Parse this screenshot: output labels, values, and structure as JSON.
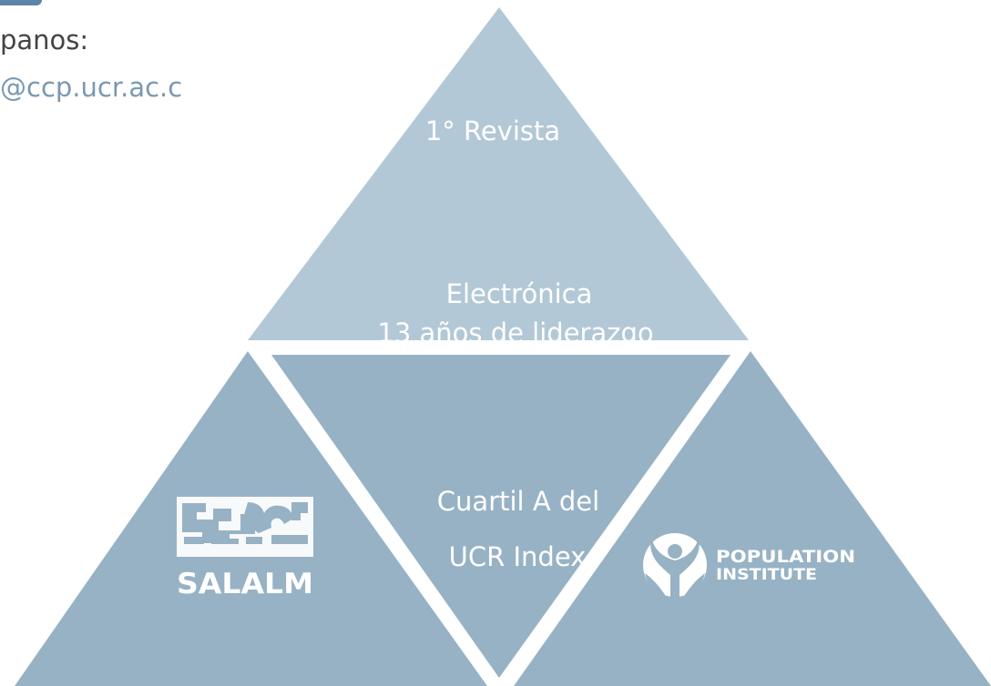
{
  "contact": {
    "label": "panos:",
    "email": "@ccp.ucr.ac.c"
  },
  "triangles": {
    "top": {
      "line1": "1° Revista",
      "line2": "Electrónica",
      "line3": "13 años de liderazgo"
    },
    "center": {
      "line1": "Cuartil A del",
      "line2": "UCR Index"
    }
  },
  "logos": {
    "left": {
      "name": "SALALM"
    },
    "right": {
      "line1": "POPULATION",
      "line2": "INSTITUTE"
    }
  },
  "colors": {
    "top_triangle": "#b3c8d6",
    "lower_triangles": "#97b2c5",
    "separator": "#ffffff",
    "email_text": "#7a98b3",
    "label_text": "#444444"
  }
}
